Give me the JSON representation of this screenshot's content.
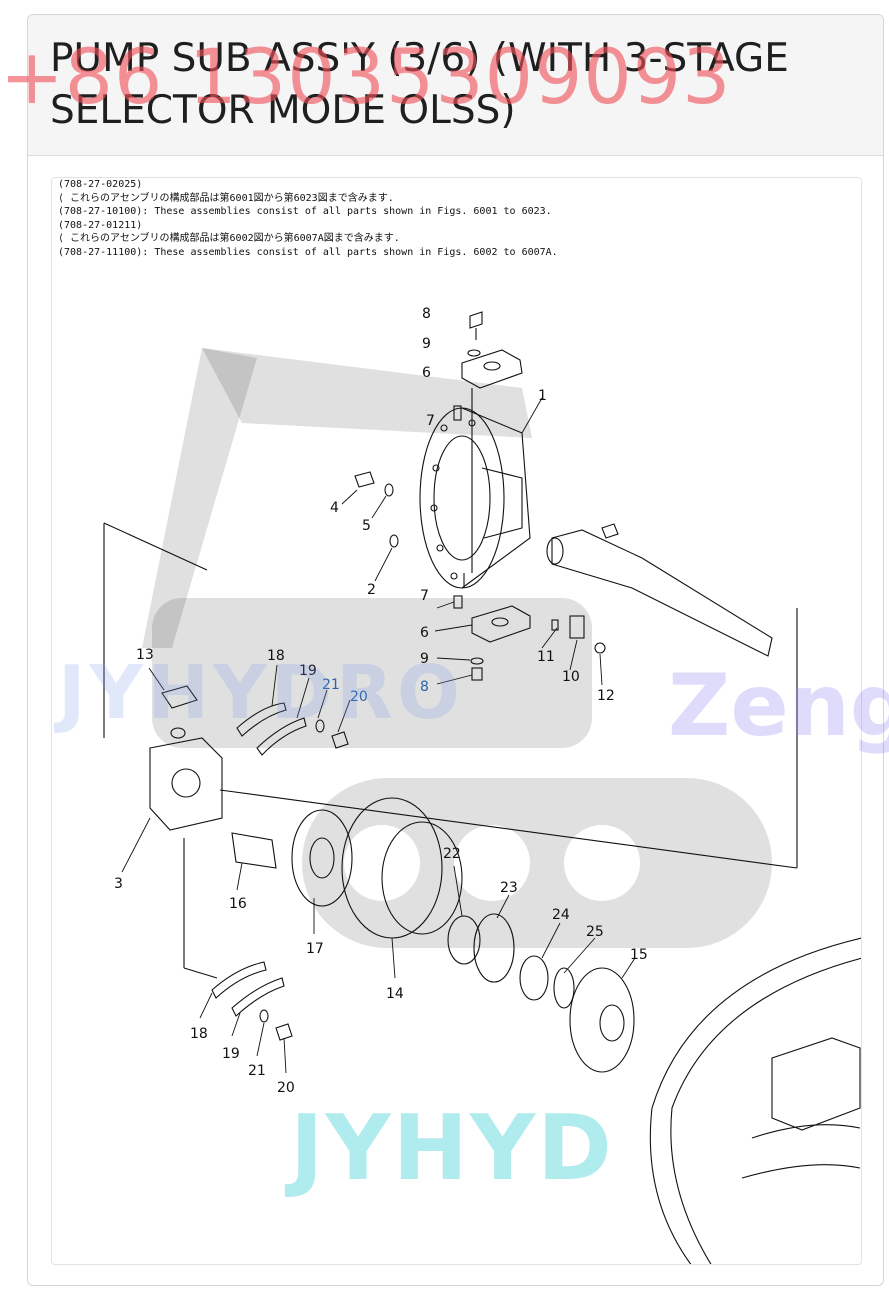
{
  "header": {
    "title": "PUMP SUB ASS'Y (3/6) (WITH 3-STAGE SELECTOR MODE OLSS)"
  },
  "watermarks": {
    "phone": "+86 13035309093",
    "brand_left": "JYHYDRO",
    "brand_right": "Zeng",
    "brand_bottom": "JYHYD"
  },
  "notes": {
    "line1": "(708-27-02025)",
    "line2": "       ⟨        これらのアセンブリの構成部品は第6001図から第6023図まで含みます.",
    "line3": "(708-27-10100): These assemblies consist of all parts shown in Figs. 6001 to 6023.",
    "line4": "(708-27-01211)",
    "line5": "       ⟨        これらのアセンブリの構成部品は第6002図から第6007A図まで含みます.",
    "line6": "(708-27-11100): These assemblies consist of all parts shown in Figs. 6002 to 6007A."
  },
  "callouts": {
    "c1": "1",
    "c2": "2",
    "c3": "3",
    "c4": "4",
    "c5": "5",
    "c6a": "6",
    "c6b": "6",
    "c7a": "7",
    "c7b": "7",
    "c8a": "8",
    "c8b": "8",
    "c9a": "9",
    "c9b": "9",
    "c10": "10",
    "c11": "11",
    "c12": "12",
    "c13": "13",
    "c14": "14",
    "c15": "15",
    "c16": "16",
    "c17": "17",
    "c18a": "18",
    "c18b": "18",
    "c19a": "19",
    "c19b": "19",
    "c20a": "20",
    "c20b": "20",
    "c21a": "21",
    "c21b": "21",
    "c22": "22",
    "c23": "23",
    "c24": "24",
    "c25": "25"
  }
}
